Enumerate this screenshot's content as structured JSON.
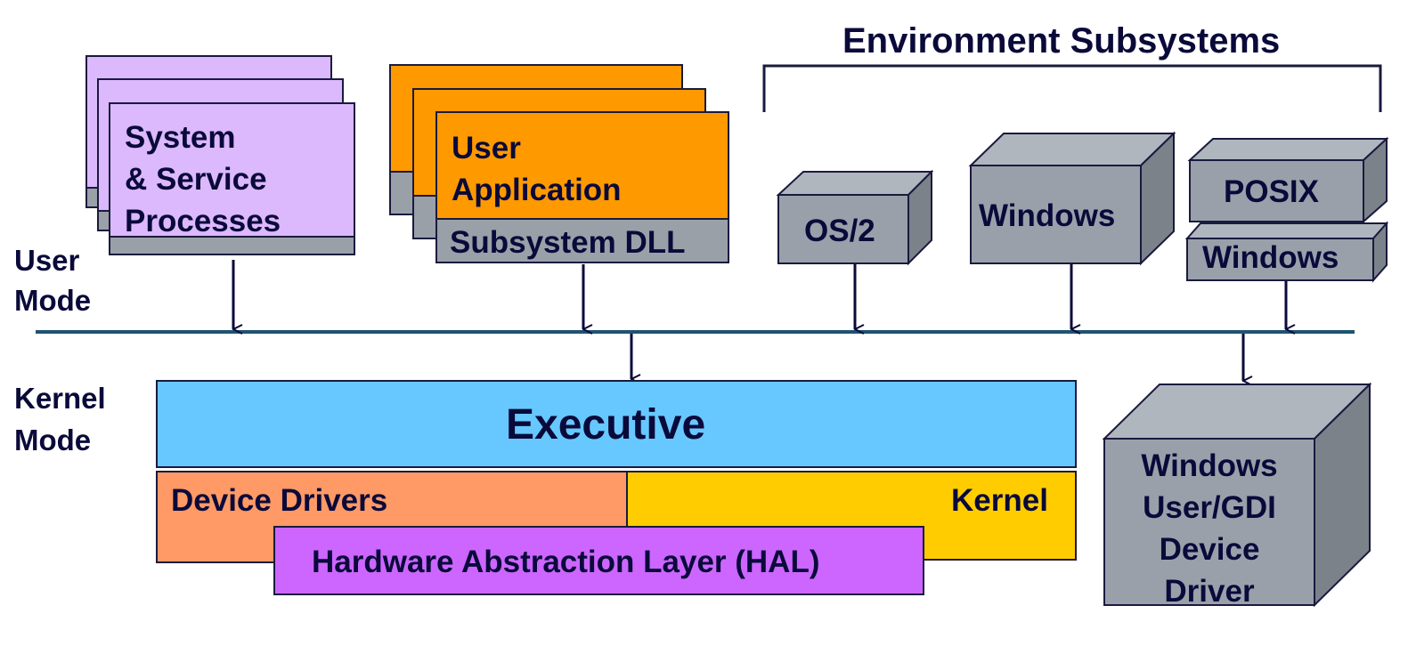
{
  "diagram": {
    "title": "Environment Subsystems",
    "mode_labels": {
      "user_mode": "User\nMode",
      "kernel_mode": "Kernel\nMode"
    },
    "user_mode_components": {
      "system_processes": "System\n& Service\nProcesses",
      "user_application": "User\nApplication",
      "subsystem_dll": "Subsystem DLL"
    },
    "environment_subsystems": {
      "os2": "OS/2",
      "windows": "Windows",
      "posix": "POSIX",
      "posix_windows": "Windows"
    },
    "kernel_mode_components": {
      "executive": "Executive",
      "device_drivers": "Device Drivers",
      "kernel": "Kernel",
      "hal": "Hardware Abstraction Layer (HAL)",
      "gdi_driver": "Windows\nUser/GDI\nDevice\nDriver"
    },
    "colors": {
      "text": "#0a0a3a",
      "outline": "#1a1a3e",
      "mode_divider": "#1f5470",
      "system_processes": "#dcb8fc",
      "user_application": "#ff9900",
      "dll_band": "#9aa0a8",
      "subsystem_front": "#9aa0aa",
      "subsystem_top": "#b0b6be",
      "subsystem_side": "#7c828a",
      "executive": "#66c8ff",
      "device_drivers": "#ff9966",
      "kernel": "#ffcc00",
      "hal": "#cc66ff"
    }
  }
}
